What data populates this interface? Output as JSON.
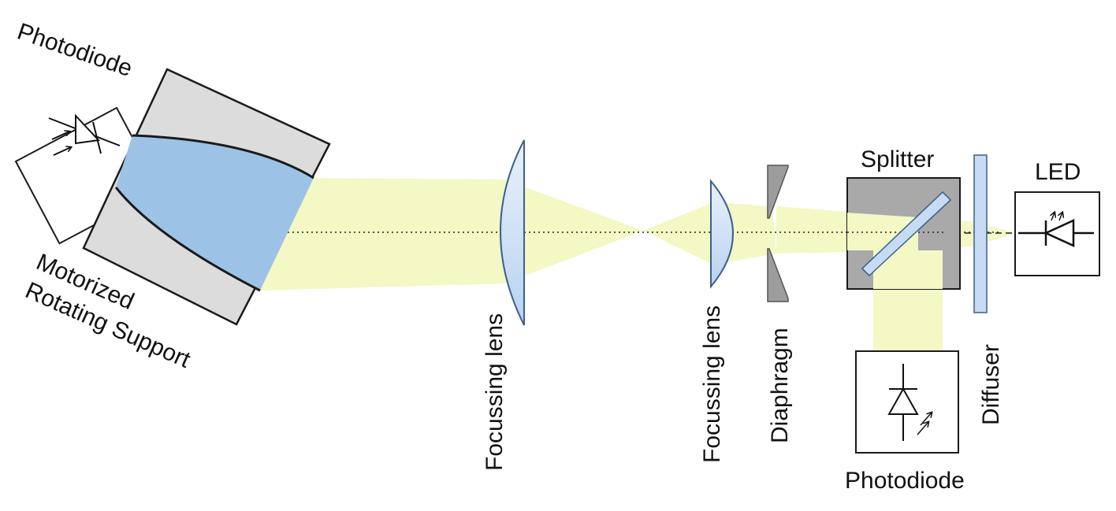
{
  "labels": {
    "photodiode_top": "Photodiode",
    "motorized_line1": "Motorized",
    "motorized_line2": "Rotating Support",
    "focusing_lens_large": "Focussing lens",
    "focusing_lens_small": "Focussing lens",
    "diaphragm": "Diaphragm",
    "splitter": "Splitter",
    "diffuser": "Diffuser",
    "led": "LED",
    "photodiode_bottom": "Photodiode"
  },
  "colors": {
    "beam": "#f3f8c4",
    "sample": "#9cc3e6",
    "housing": "#dcdcdc",
    "splitter_box": "#a9a9a9",
    "lens": "#c6dcf4",
    "diaphragm": "#9d9d9d",
    "diffuser": "#c7dcf4",
    "outline": "#1a1a1a"
  }
}
